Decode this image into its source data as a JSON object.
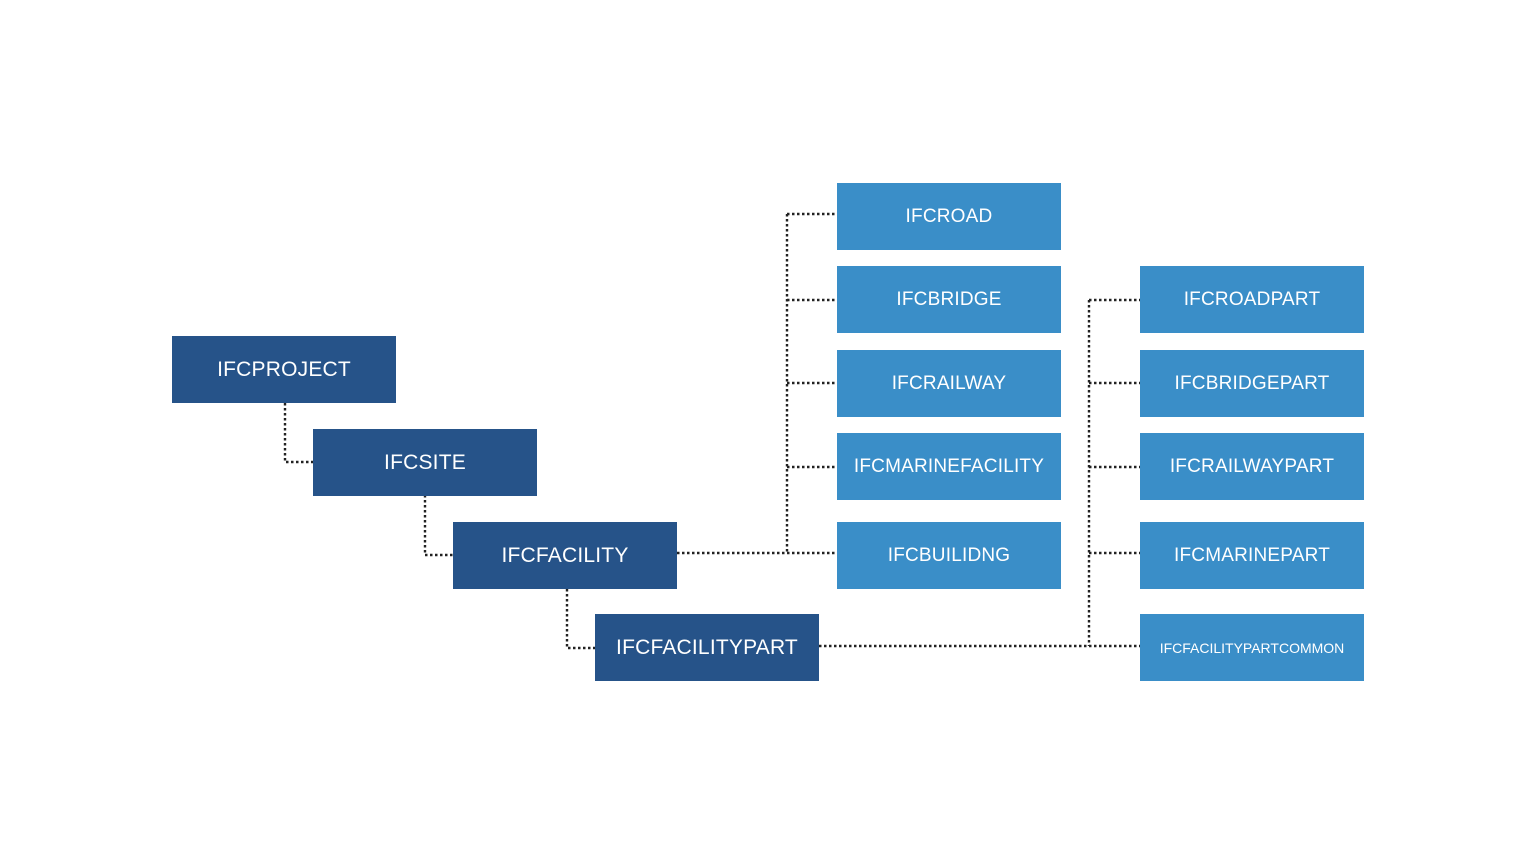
{
  "hierarchy": {
    "project": "IFCPROJECT",
    "site": "IFCSITE",
    "facility": "IFCFACILITY",
    "facility_part": "IFCFACILITYPART"
  },
  "facility_types": [
    "IFCROAD",
    "IFCBRIDGE",
    "IFCRAILWAY",
    "IFCMARINEFACILITY",
    "IFCBUILIDNG"
  ],
  "facility_part_types": [
    "IFCROADPART",
    "IFCBRIDGEPART",
    "IFCRAILWAYPART",
    "IFCMARINEPART",
    "IFCFACILITYPARTCOMMON"
  ],
  "colors": {
    "hierarchy_box": "#265389",
    "type_box": "#3a8ec8",
    "text": "#ffffff",
    "connector": "#222222"
  }
}
